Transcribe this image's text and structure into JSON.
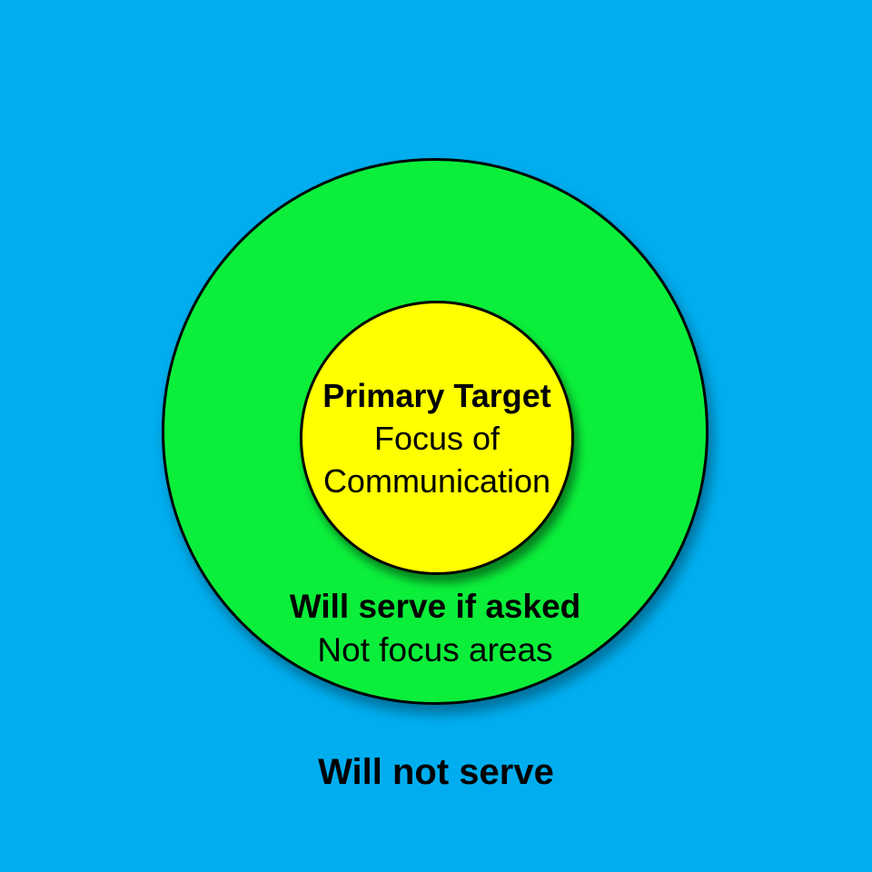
{
  "colors": {
    "background": "#00AEEF",
    "outer_circle": "#0BEF3B",
    "inner_circle": "#FFFF00",
    "stroke": "#000000",
    "text": "#000000"
  },
  "diagram": {
    "inner_circle": {
      "heading": "Primary Target",
      "body": "Focus of Communication"
    },
    "outer_circle": {
      "heading": "Will serve if asked",
      "body": "Not focus areas"
    },
    "outside": {
      "heading": "Will not serve"
    }
  }
}
